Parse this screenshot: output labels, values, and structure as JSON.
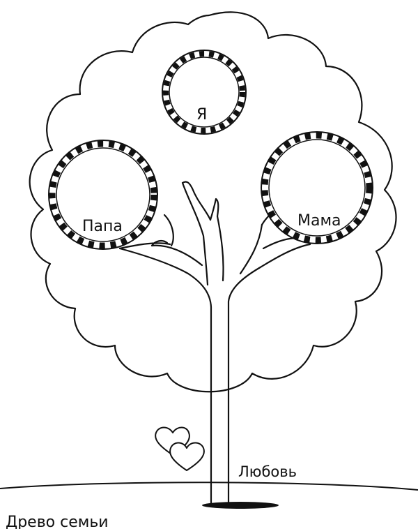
{
  "labels": {
    "me": "Я",
    "papa": "Папа",
    "mama": "Мама",
    "love": "Любовь",
    "title": "Древо семьи"
  },
  "icons": [
    "heart-icon",
    "heart-icon"
  ],
  "colors": {
    "line": "#111111",
    "background": "#ffffff"
  }
}
